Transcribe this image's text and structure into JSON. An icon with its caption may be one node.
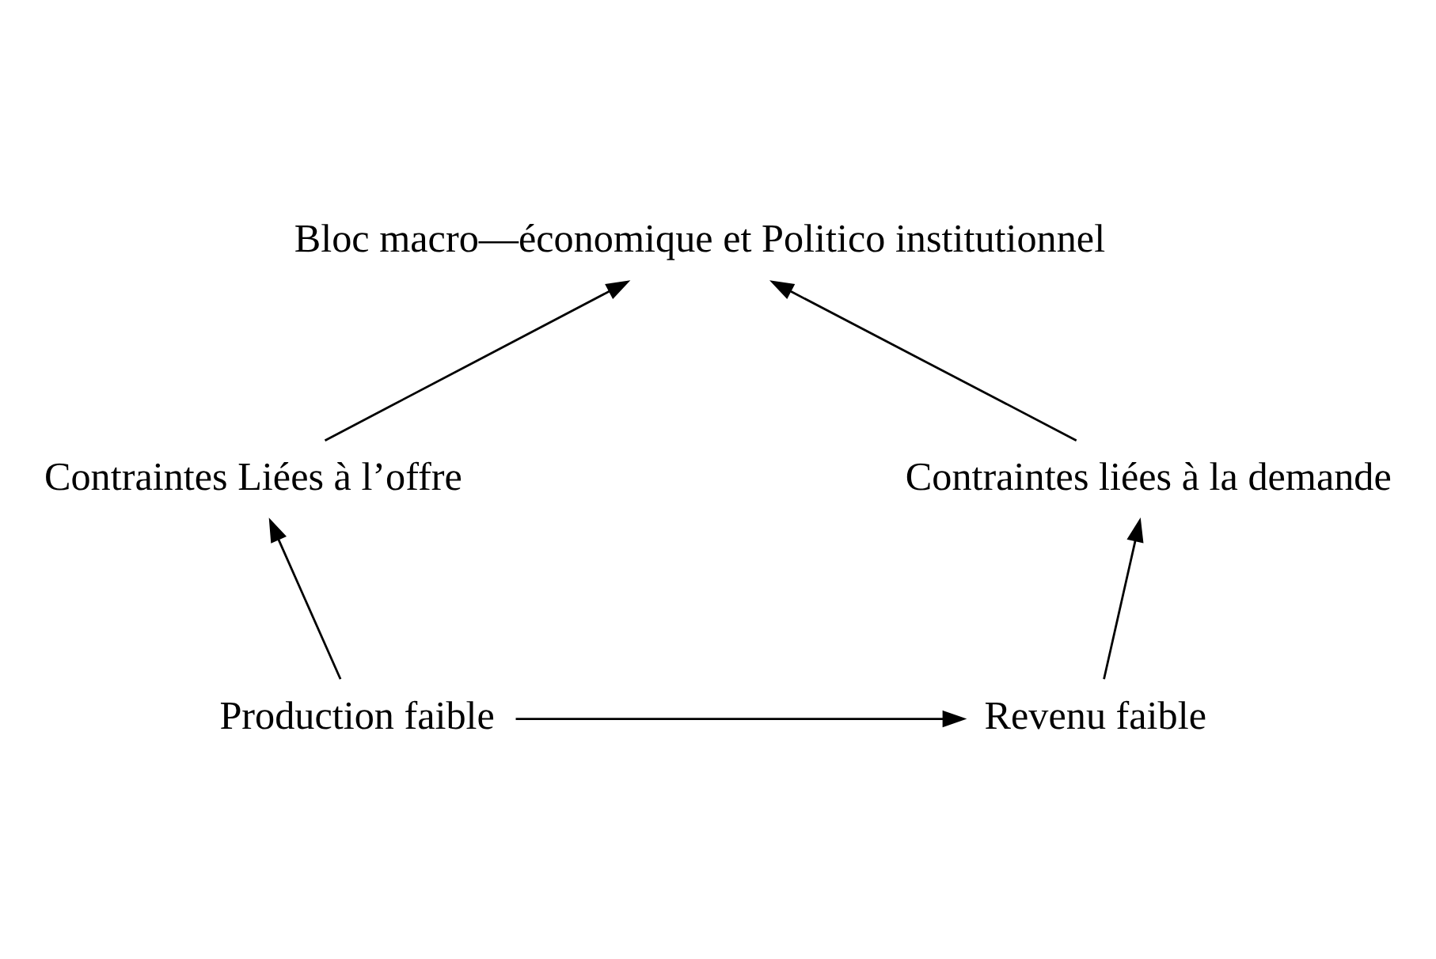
{
  "diagram": {
    "nodes": [
      {
        "text": [
          "Bloc macro—économique et Politico institutionnel"
        ]
      },
      {
        "text": [
          "Contraintes Liées à l’offre"
        ]
      },
      {
        "text": [
          "Contraintes liées à la demande"
        ]
      },
      {
        "text": [
          "Production faible"
        ]
      },
      {
        "text": [
          "Revenu faible"
        ]
      }
    ],
    "edges": [
      {
        "from": 1,
        "to": 0,
        "arrow": "to"
      },
      {
        "from": 2,
        "to": 0,
        "arrow": "to"
      },
      {
        "from": 3,
        "to": 1,
        "arrow": "to"
      },
      {
        "from": 4,
        "to": 2,
        "arrow": "to"
      },
      {
        "from": 3,
        "to": 4,
        "arrow": "to"
      }
    ]
  }
}
